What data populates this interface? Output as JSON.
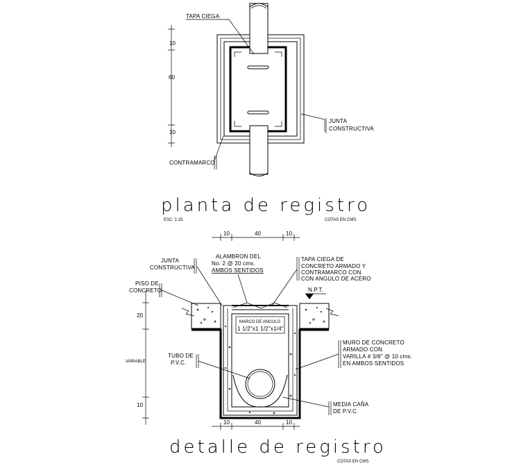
{
  "plan": {
    "title": "planta de registro",
    "scale": "ESC: 1:15",
    "units_note": "COTAS EN CMS.",
    "label_tapa": "TAPA CIEGA",
    "label_junta_1": "JUNTA",
    "label_junta_2": "CONSTRUCTIVA",
    "label_contramarco": "CONTRAMARCO",
    "dim_top": "10",
    "dim_mid": "60",
    "dim_bottom": "10"
  },
  "detail": {
    "title": "detalle de registro",
    "units_note": "COTAS EN CMS.",
    "dim_top_left": "10",
    "dim_top_mid": "40",
    "dim_top_right": "10",
    "dim_bot_left": "10",
    "dim_bot_mid": "40",
    "dim_bot_right": "10",
    "dim_v_20": "20",
    "dim_v_variable": "VARIABLE",
    "dim_v_10": "10",
    "label_junta_1": "JUNTA",
    "label_junta_2": "CONSTRUCTIVA",
    "label_alambron_1": "ALAMBRON DEL",
    "label_alambron_2": "No. 2 @ 20 cms.",
    "label_alambron_3": "AMBOS SENTIDOS",
    "label_tapa_1": "TAPA CIEGA DE",
    "label_tapa_2": "CONCRETO ARMADO Y",
    "label_tapa_3": "CONTRAMARCO CON",
    "label_tapa_4": "CON ANGULO DE ACERO",
    "label_piso_1": "PISO DE",
    "label_piso_2": "CONCRETO",
    "label_npt": "N.P.T.",
    "label_marco_1": "MARCO DE ANGULO",
    "label_marco_2": "1 1/2\"x1 1/2\"x1/4\"",
    "label_tubo_1": "TUBO DE",
    "label_tubo_2": "P.V.C.",
    "label_muro_1": "MURO DE CONCRETO",
    "label_muro_2": "ARMADO CON",
    "label_muro_3": "VARILLA # 3/8\" @ 10 cms.",
    "label_muro_4": "EN AMBOS SENTIDOS",
    "label_media_1": "MEDIA CAÑA",
    "label_media_2": "DE P.V.C."
  }
}
